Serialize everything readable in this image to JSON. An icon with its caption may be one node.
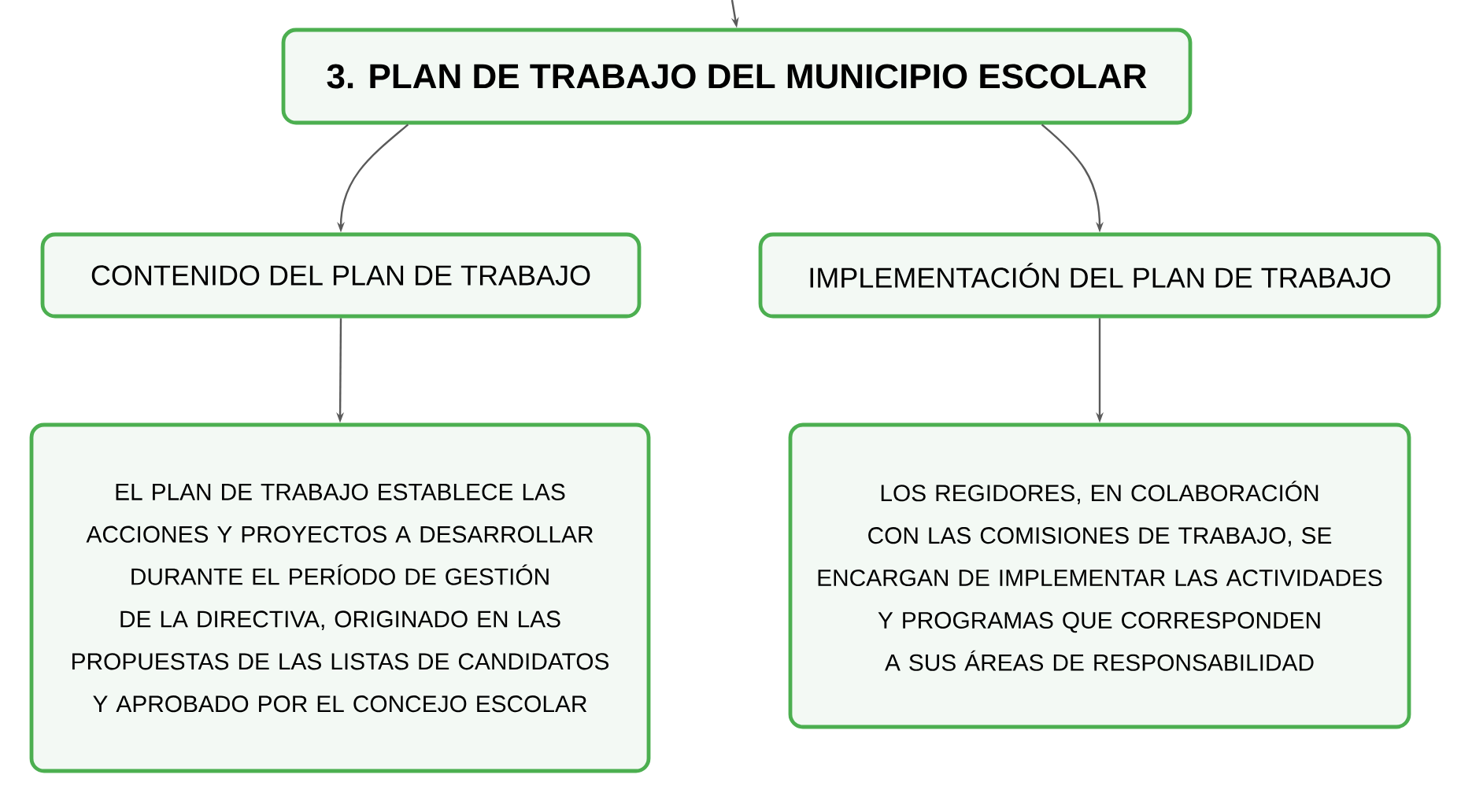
{
  "diagram": {
    "nodes": [
      {
        "text": [
          "3. PLAN DE TRABAJO DEL MUNICIPIO ESCOLAR"
        ]
      },
      {
        "text": [
          "CONTENIDO DEL PLAN DE TRABAJO"
        ]
      },
      {
        "text": [
          "IMPLEMENTACIÓN DEL PLAN DE TRABAJO"
        ]
      },
      {
        "text": [
          "EL PLAN DE TRABAJO ESTABLECE LAS ACCIONES Y PROYECTOS A DESARROLLAR DURANTE EL PERÍODO DE GESTIÓN DE LA DIRECTIVA, ORIGINADO EN LAS PROPUESTAS DE LAS LISTAS DE CANDIDATOS Y APROBADO POR EL CONCEJO ESCOLAR"
        ]
      },
      {
        "text": [
          "LOS REGIDORES, EN COLABORACIÓN CON LAS COMISIONES DE TRABAJO, SE ENCARGAN DE IMPLEMENTAR LAS ACTIVIDADES Y PROGRAMAS QUE CORRESPONDEN A SUS ÁREAS DE RESPONSABILIDAD"
        ]
      }
    ],
    "edges": [
      {
        "from": null,
        "to": 0,
        "arrow": "to"
      },
      {
        "from": 0,
        "to": 1,
        "arrow": "to"
      },
      {
        "from": 0,
        "to": 2,
        "arrow": "to"
      },
      {
        "from": 1,
        "to": 3,
        "arrow": "to"
      },
      {
        "from": 2,
        "to": 4,
        "arrow": "to"
      }
    ]
  }
}
